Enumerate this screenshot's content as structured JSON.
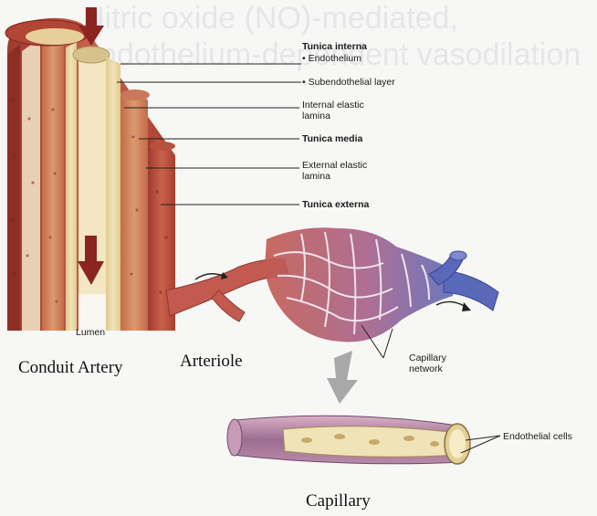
{
  "background_text": [
    "Nitric oxide (NO)-mediated,",
    "endothelium-dependent vasodilation"
  ],
  "labels": {
    "tunica_interna": "Tunica interna",
    "endothelium": "• Endothelium",
    "subendothelial": "• Subendothelial layer",
    "internal_elastic_1": "Internal elastic",
    "internal_elastic_2": "lamina",
    "tunica_media": "Tunica media",
    "external_elastic_1": "External elastic",
    "external_elastic_2": "lamina",
    "tunica_externa": "Tunica externa",
    "lumen": "Lumen",
    "capillary_network_1": "Capillary",
    "capillary_network_2": "network",
    "endothelial_cells": "Endothelial cells"
  },
  "captions": {
    "conduit_artery": "Conduit Artery",
    "arteriole": "Arteriole",
    "capillary": "Capillary"
  },
  "colors": {
    "externa": "#b54a3a",
    "media": "#c9784f",
    "interna": "#e9d7a3",
    "arterial_blood": "#c0554f",
    "venous_blood": "#5968b8",
    "arrow_dark": "#8a2520",
    "gray_arrow": "#9a9a9a"
  }
}
